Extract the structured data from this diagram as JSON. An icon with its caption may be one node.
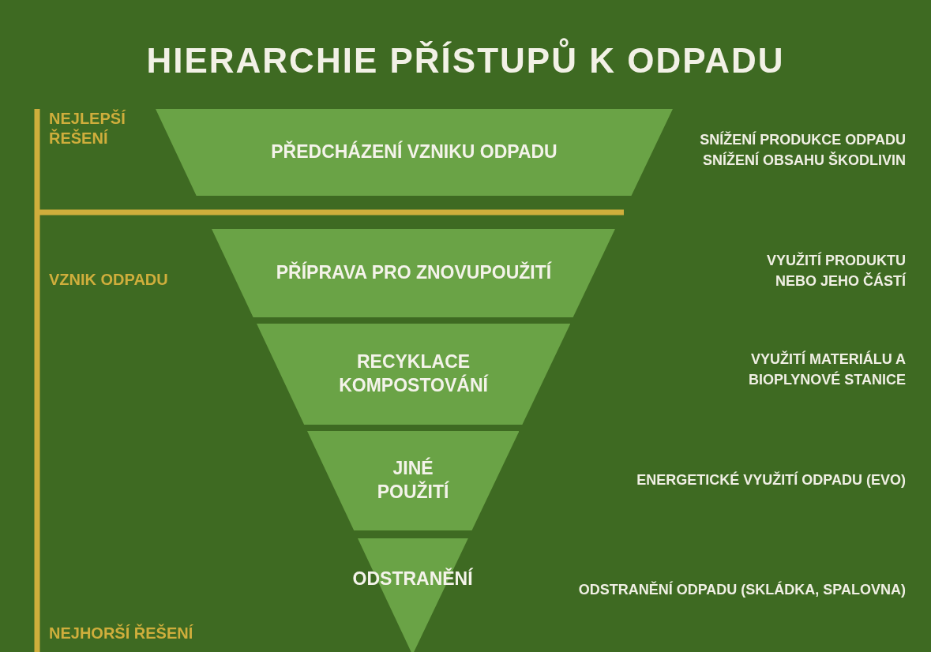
{
  "diagram": {
    "title": "HIERARCHIE PŘÍSTUPŮ K ODPADU",
    "nodes": [
      {
        "text": [
          "PŘEDCHÁZENÍ VZNIKU ODPADU"
        ]
      },
      {
        "text": [
          "PŘÍPRAVA PRO ZNOVUPOUŽITÍ"
        ]
      },
      {
        "text": [
          "RECYKLACE",
          "KOMPOSTOVÁNÍ"
        ]
      },
      {
        "text": [
          "JINÉ POUŽITÍ"
        ]
      },
      {
        "text": [
          "ODSTRANĚNÍ"
        ]
      }
    ],
    "labels": [
      "NEJLEPŠÍ ŘEŠENÍ",
      "SNÍŽENÍ PRODUKCE ODPADU",
      "SNÍŽENÍ OBSAHU ŠKODLIVIN",
      "VZNIK ODPADU",
      "VYUŽITÍ PRODUKTU NEBO JEHO ČÁSTÍ",
      "VYUŽITÍ MATERIÁLU A BIOPLYNOVÉ STANICE",
      "ENERGETICKÉ VYUŽITÍ ODPADU (EVO)",
      "ODSTRANĚNÍ ODPADU (SKLÁDKA, SPALOVNA)",
      "NEJHORŠÍ ŘEŠENÍ"
    ]
  }
}
